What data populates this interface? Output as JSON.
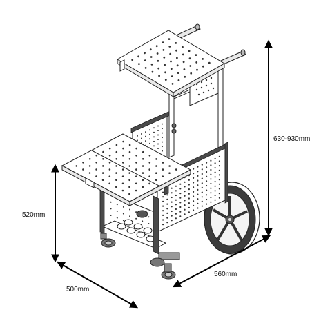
{
  "dimensions": {
    "height_range": "630-930mm",
    "front_height": "520mm",
    "depth": "500mm",
    "width": "560mm"
  }
}
